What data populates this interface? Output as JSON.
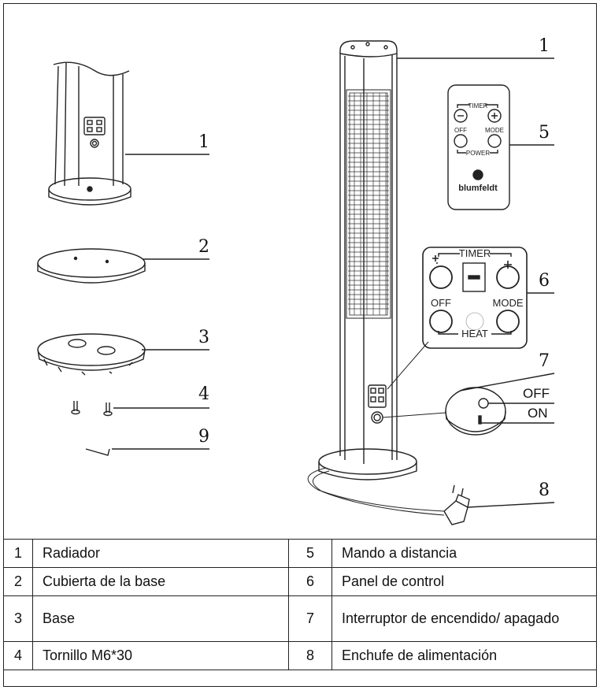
{
  "callouts": {
    "c1_left": "1",
    "c2": "2",
    "c3": "3",
    "c4": "4",
    "c9": "9",
    "c1_right": "1",
    "c5": "5",
    "c6": "6",
    "c7": "7",
    "c8": "8"
  },
  "remote": {
    "timer_label": "TIMER",
    "off_label": "OFF",
    "mode_label": "MODE",
    "power_label": "POWER",
    "brand": "blumfeldt"
  },
  "control_panel": {
    "timer_label": "TIMER",
    "off_label": "OFF",
    "mode_label": "MODE",
    "heat_label": "HEAT"
  },
  "switch": {
    "off_label": "OFF",
    "on_label": "ON"
  },
  "parts_table": {
    "rows": [
      {
        "num_a": "1",
        "name_a": "Radiador",
        "num_b": "5",
        "name_b": "Mando a distancia"
      },
      {
        "num_a": "2",
        "name_a": "Cubierta de la base",
        "num_b": "6",
        "name_b": "Panel de control"
      },
      {
        "num_a": "3",
        "name_a": "Base",
        "num_b": "7",
        "name_b": "Interruptor de encendido/ apagado"
      },
      {
        "num_a": "4",
        "name_a": "Tornillo M6*30",
        "num_b": "8",
        "name_b": "Enchufe de alimentación"
      }
    ]
  }
}
